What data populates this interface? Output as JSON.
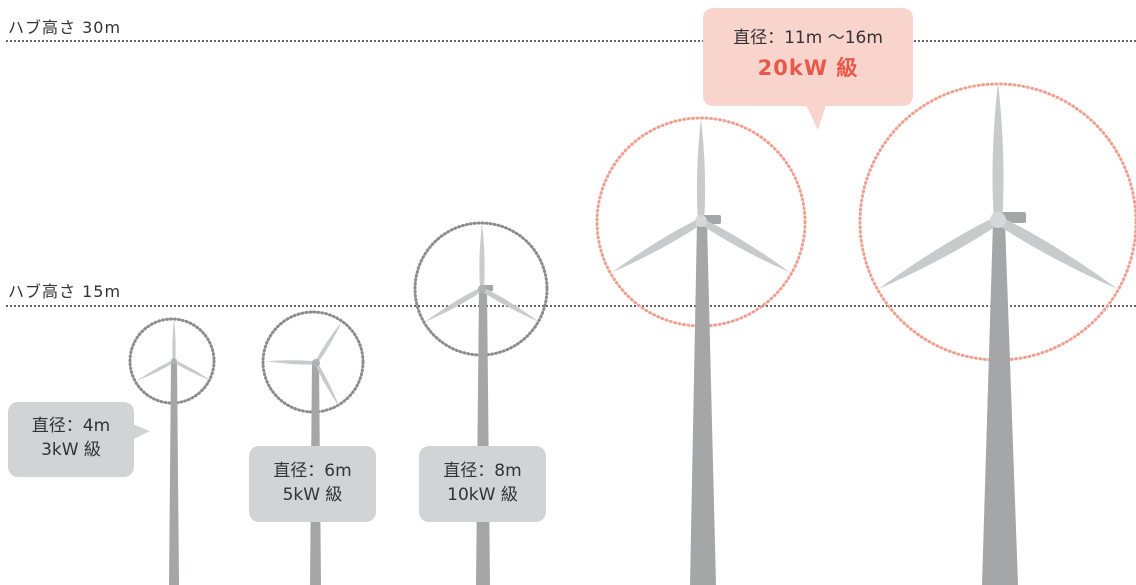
{
  "hub_lines": {
    "h30": "ハブ高さ 30m",
    "h15": "ハブ高さ 15m"
  },
  "callouts": {
    "c3": {
      "diameter": "直径：4m",
      "class": "3kW 級"
    },
    "c5": {
      "diameter": "直径：6m",
      "class": "5kW 級"
    },
    "c10": {
      "diameter": "直径：8m",
      "class": "10kW 級"
    },
    "c20": {
      "diameter": "直径：11m 〜16m",
      "class": "20kW 級"
    }
  },
  "colors": {
    "tower": "#a5a6a8",
    "blade": "#c9cacc",
    "gray_circle": "#8c8c8c",
    "salmon_circle": "#f0a090",
    "highlight_text": "#e8594b"
  }
}
